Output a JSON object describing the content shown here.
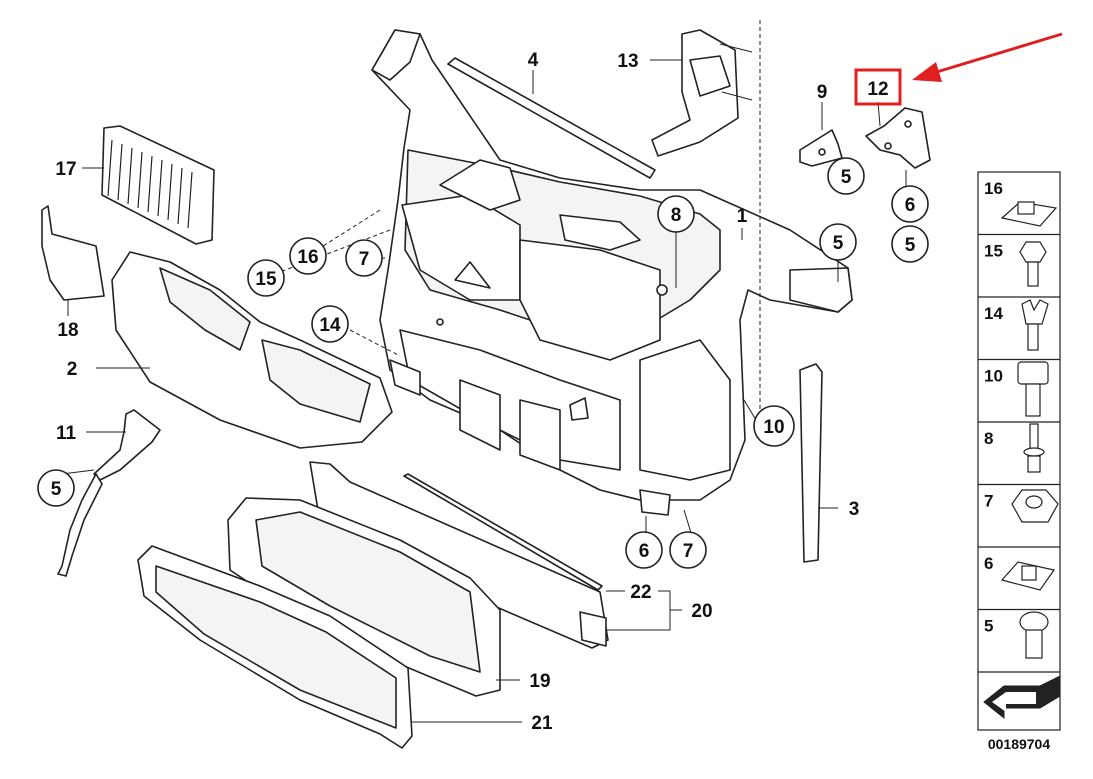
{
  "diagram": {
    "reference_number": "00189704",
    "callouts": {
      "c1": "1",
      "c2": "2",
      "c3": "3",
      "c4": "4",
      "c5_left": "5",
      "c5_center": "5",
      "c5_mid": "5",
      "c5_right": "5",
      "c6_bottom": "6",
      "c6_right": "6",
      "c7_left": "7",
      "c7_bottom": "7",
      "c8": "8",
      "c9": "9",
      "c10": "10",
      "c11": "11",
      "c12": "12",
      "c13": "13",
      "c14": "14",
      "c15": "15",
      "c16": "16",
      "c17": "17",
      "c18": "18",
      "c19": "19",
      "c20": "20",
      "c21": "21",
      "c22": "22"
    },
    "highlight": {
      "part": "12",
      "color": "#e02020"
    },
    "legend_cells": [
      {
        "label": "16"
      },
      {
        "label": "15"
      },
      {
        "label": "14"
      },
      {
        "label": "10"
      },
      {
        "label": "8"
      },
      {
        "label": "7"
      },
      {
        "label": "6"
      },
      {
        "label": "5"
      }
    ]
  }
}
